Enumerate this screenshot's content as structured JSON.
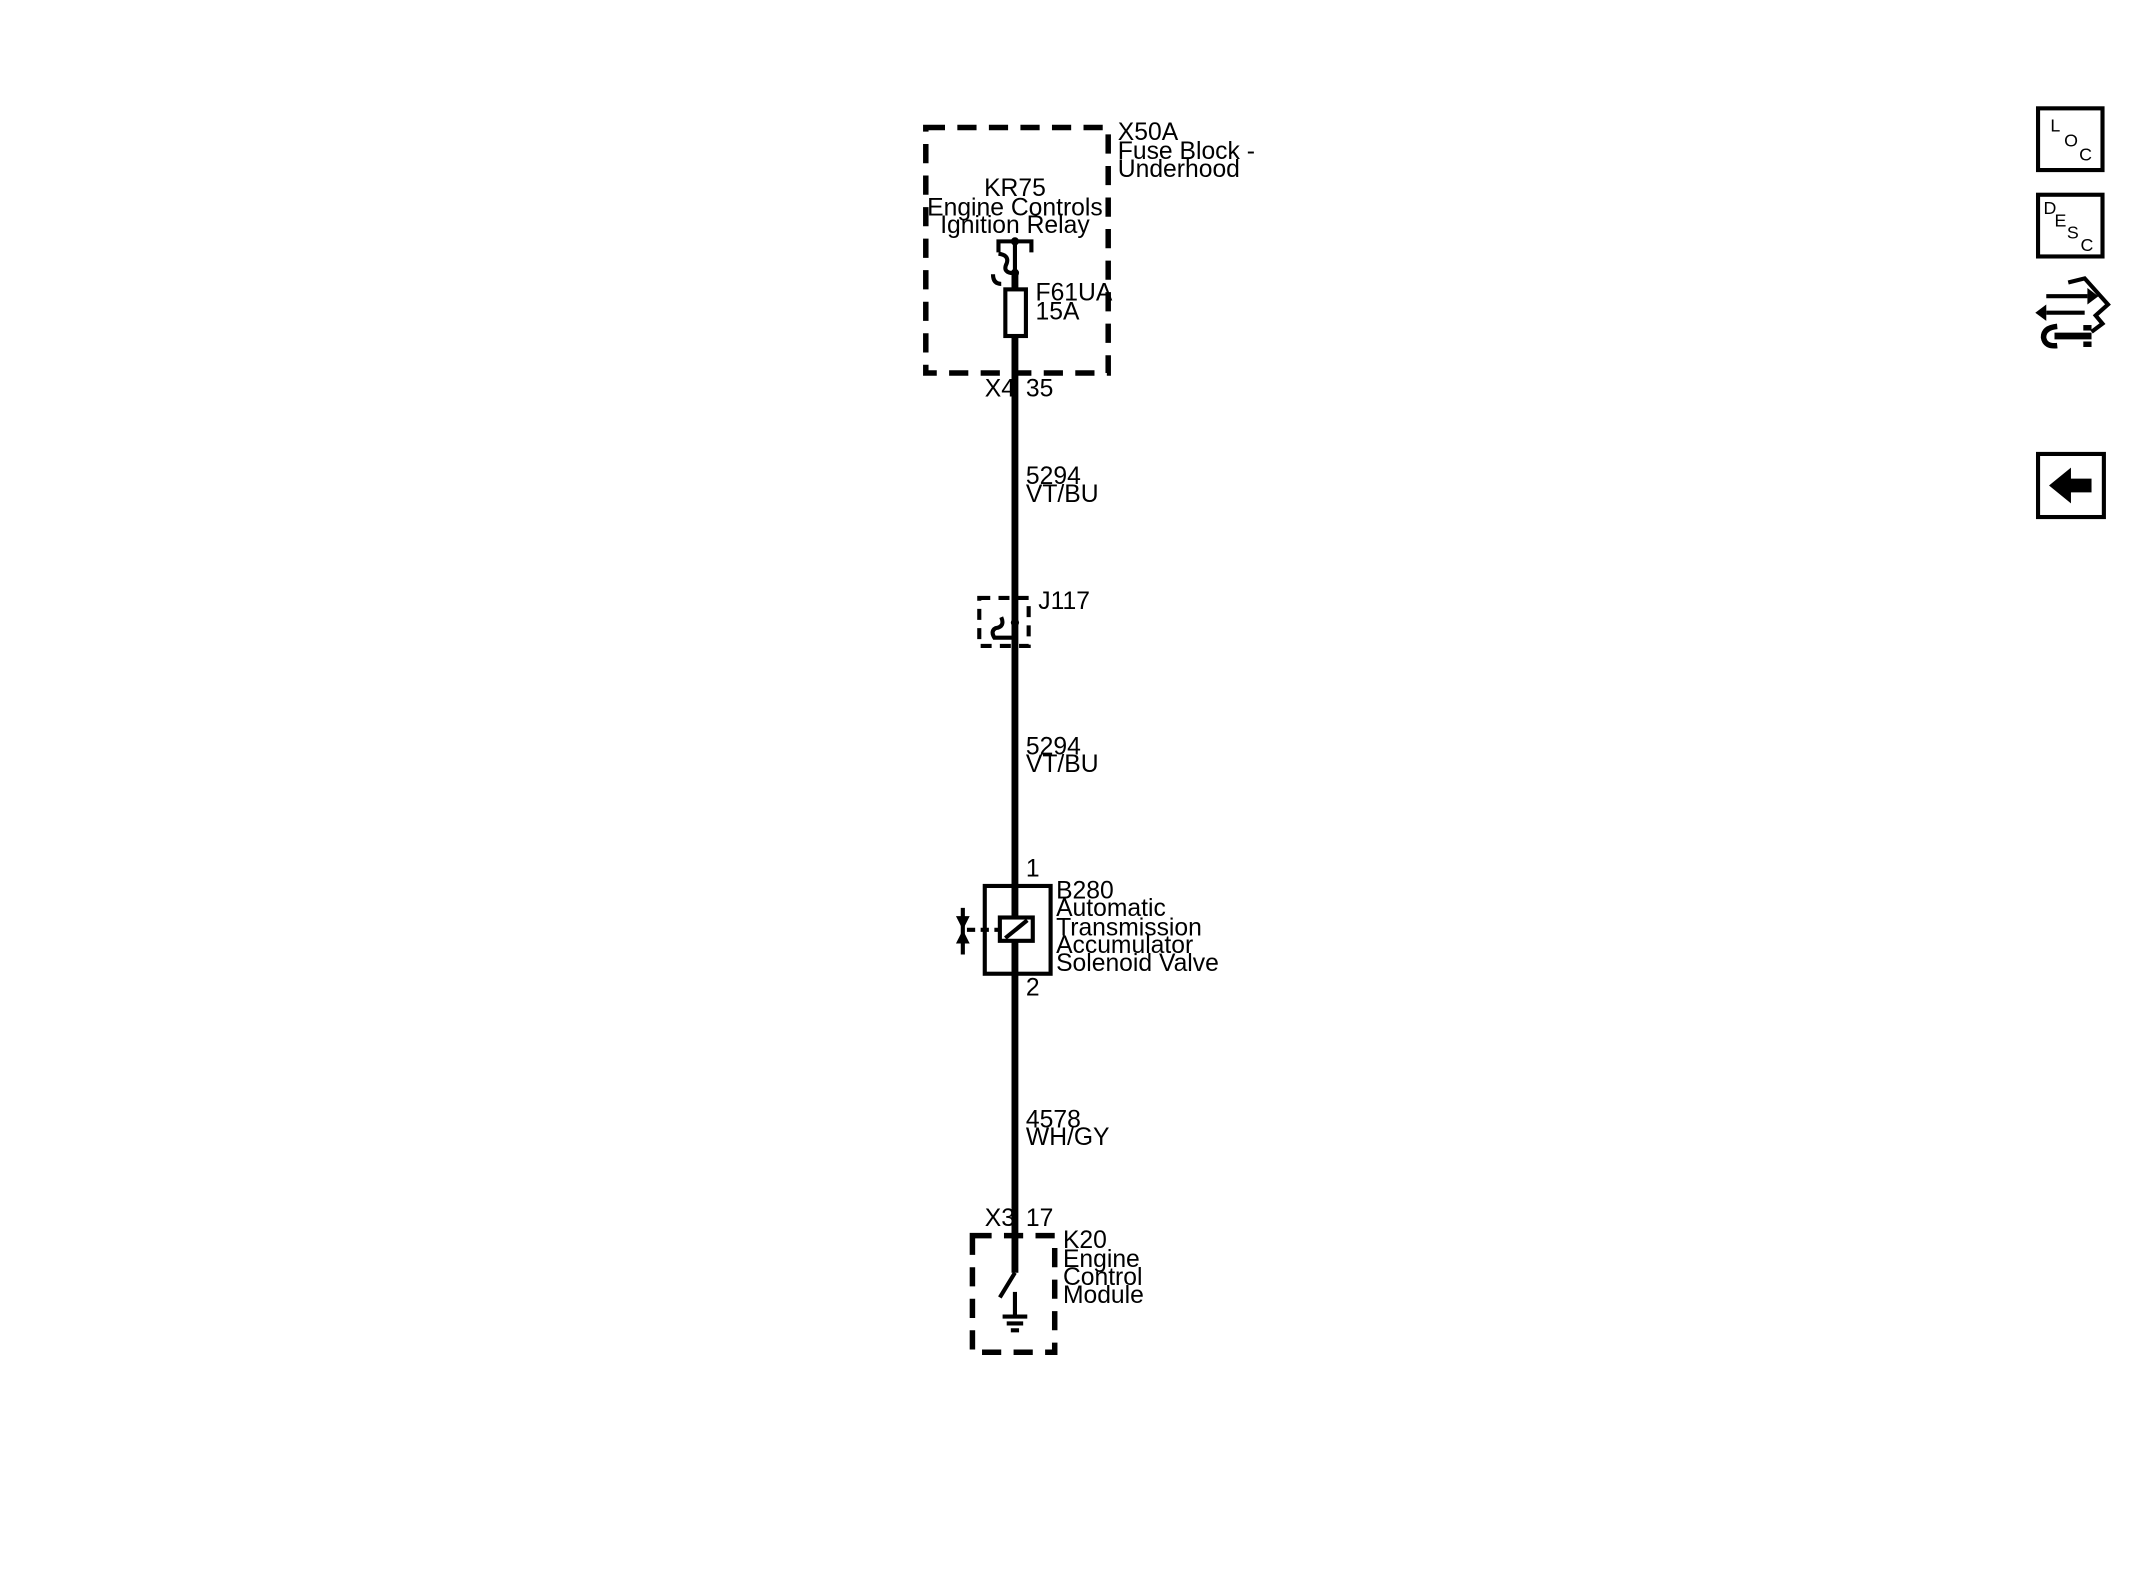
{
  "fuse_block": {
    "id": "X50A",
    "name_line1": "Fuse Block -",
    "name_line2": "Underhood",
    "relay_id": "KR75",
    "relay_line1": "Engine Controls",
    "relay_line2": "Ignition Relay",
    "fuse_id": "F61UA",
    "fuse_rating": "15A",
    "connector": "X4",
    "pin": "35"
  },
  "wire_1": {
    "circuit": "5294",
    "color": "VT/BU"
  },
  "splice": {
    "id": "J117"
  },
  "wire_2": {
    "circuit": "5294",
    "color": "VT/BU"
  },
  "solenoid": {
    "id": "B280",
    "line1": "Automatic",
    "line2": "Transmission",
    "line3": "Accumulator",
    "line4": "Solenoid Valve",
    "pin_top": "1",
    "pin_bottom": "2"
  },
  "wire_3": {
    "circuit": "4578",
    "color": "WH/GY"
  },
  "ecm": {
    "connector": "X3",
    "pin": "17",
    "id": "K20",
    "line1": "Engine",
    "line2": "Control",
    "line3": "Module"
  },
  "nav": {
    "loc_letters": [
      "L",
      "O",
      "C"
    ],
    "desc_letters": [
      "D",
      "E",
      "S",
      "C"
    ],
    "icons": [
      "loc-icon",
      "desc-icon",
      "connector-tool-icon",
      "back-arrow-icon"
    ]
  }
}
